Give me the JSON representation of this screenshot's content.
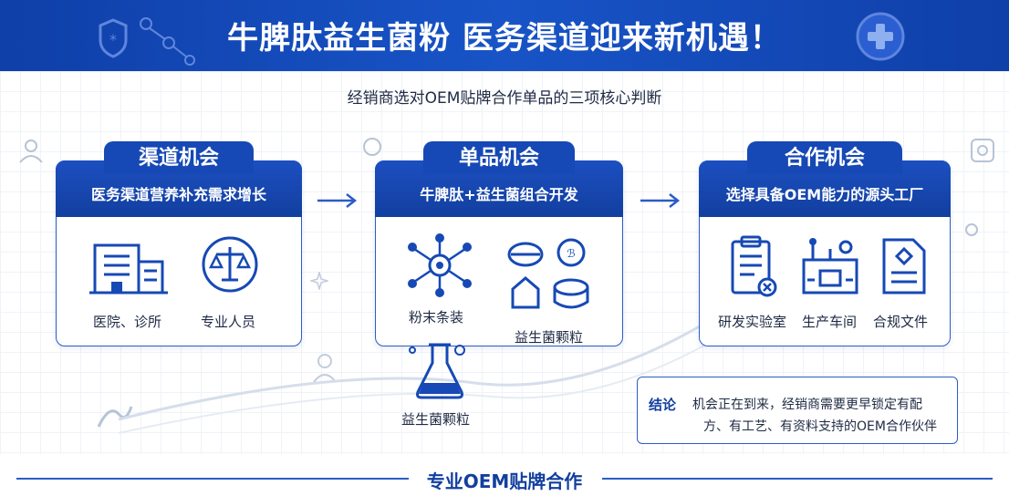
{
  "banner": {
    "title": "牛脾肽益生菌粉 医务渠道迎来新机遇！"
  },
  "subtitle": "经销商选对OEM贴牌合作单品的三项核心判断",
  "cards": [
    {
      "title": "渠道机会",
      "subtitle": "医务渠道营养补充需求增长",
      "items": [
        {
          "label": "医院、诊所",
          "icon": "hospital-icon"
        },
        {
          "label": "专业人员",
          "icon": "scale-icon"
        }
      ]
    },
    {
      "title": "单品机会",
      "subtitle": "牛脾肽+益生菌组合开发",
      "items": [
        {
          "label": "粉末条装",
          "icon": "molecule-icon"
        },
        {
          "label": "益生菌颗粒",
          "icon": "capsule-group-icon"
        },
        {
          "label": "益生菌颗粒",
          "icon": "flask-icon"
        }
      ]
    },
    {
      "title": "合作机会",
      "subtitle": "选择具备OEM能力的源头工厂",
      "items": [
        {
          "label": "研发实验室",
          "icon": "clipboard-icon"
        },
        {
          "label": "生产车间",
          "icon": "factory-icon"
        },
        {
          "label": "合规文件",
          "icon": "document-icon"
        }
      ]
    }
  ],
  "conclusion": {
    "key": "结论",
    "line1": "机会正在到来，经销商需要更早锁定有配",
    "line2": "方、有工艺、有资料支持的OEM合作伙伴"
  },
  "footer": "专业OEM贴牌合作",
  "colors": {
    "primary": "#1649b5",
    "accent": "#2c5cc5",
    "text": "#1f2a44"
  }
}
